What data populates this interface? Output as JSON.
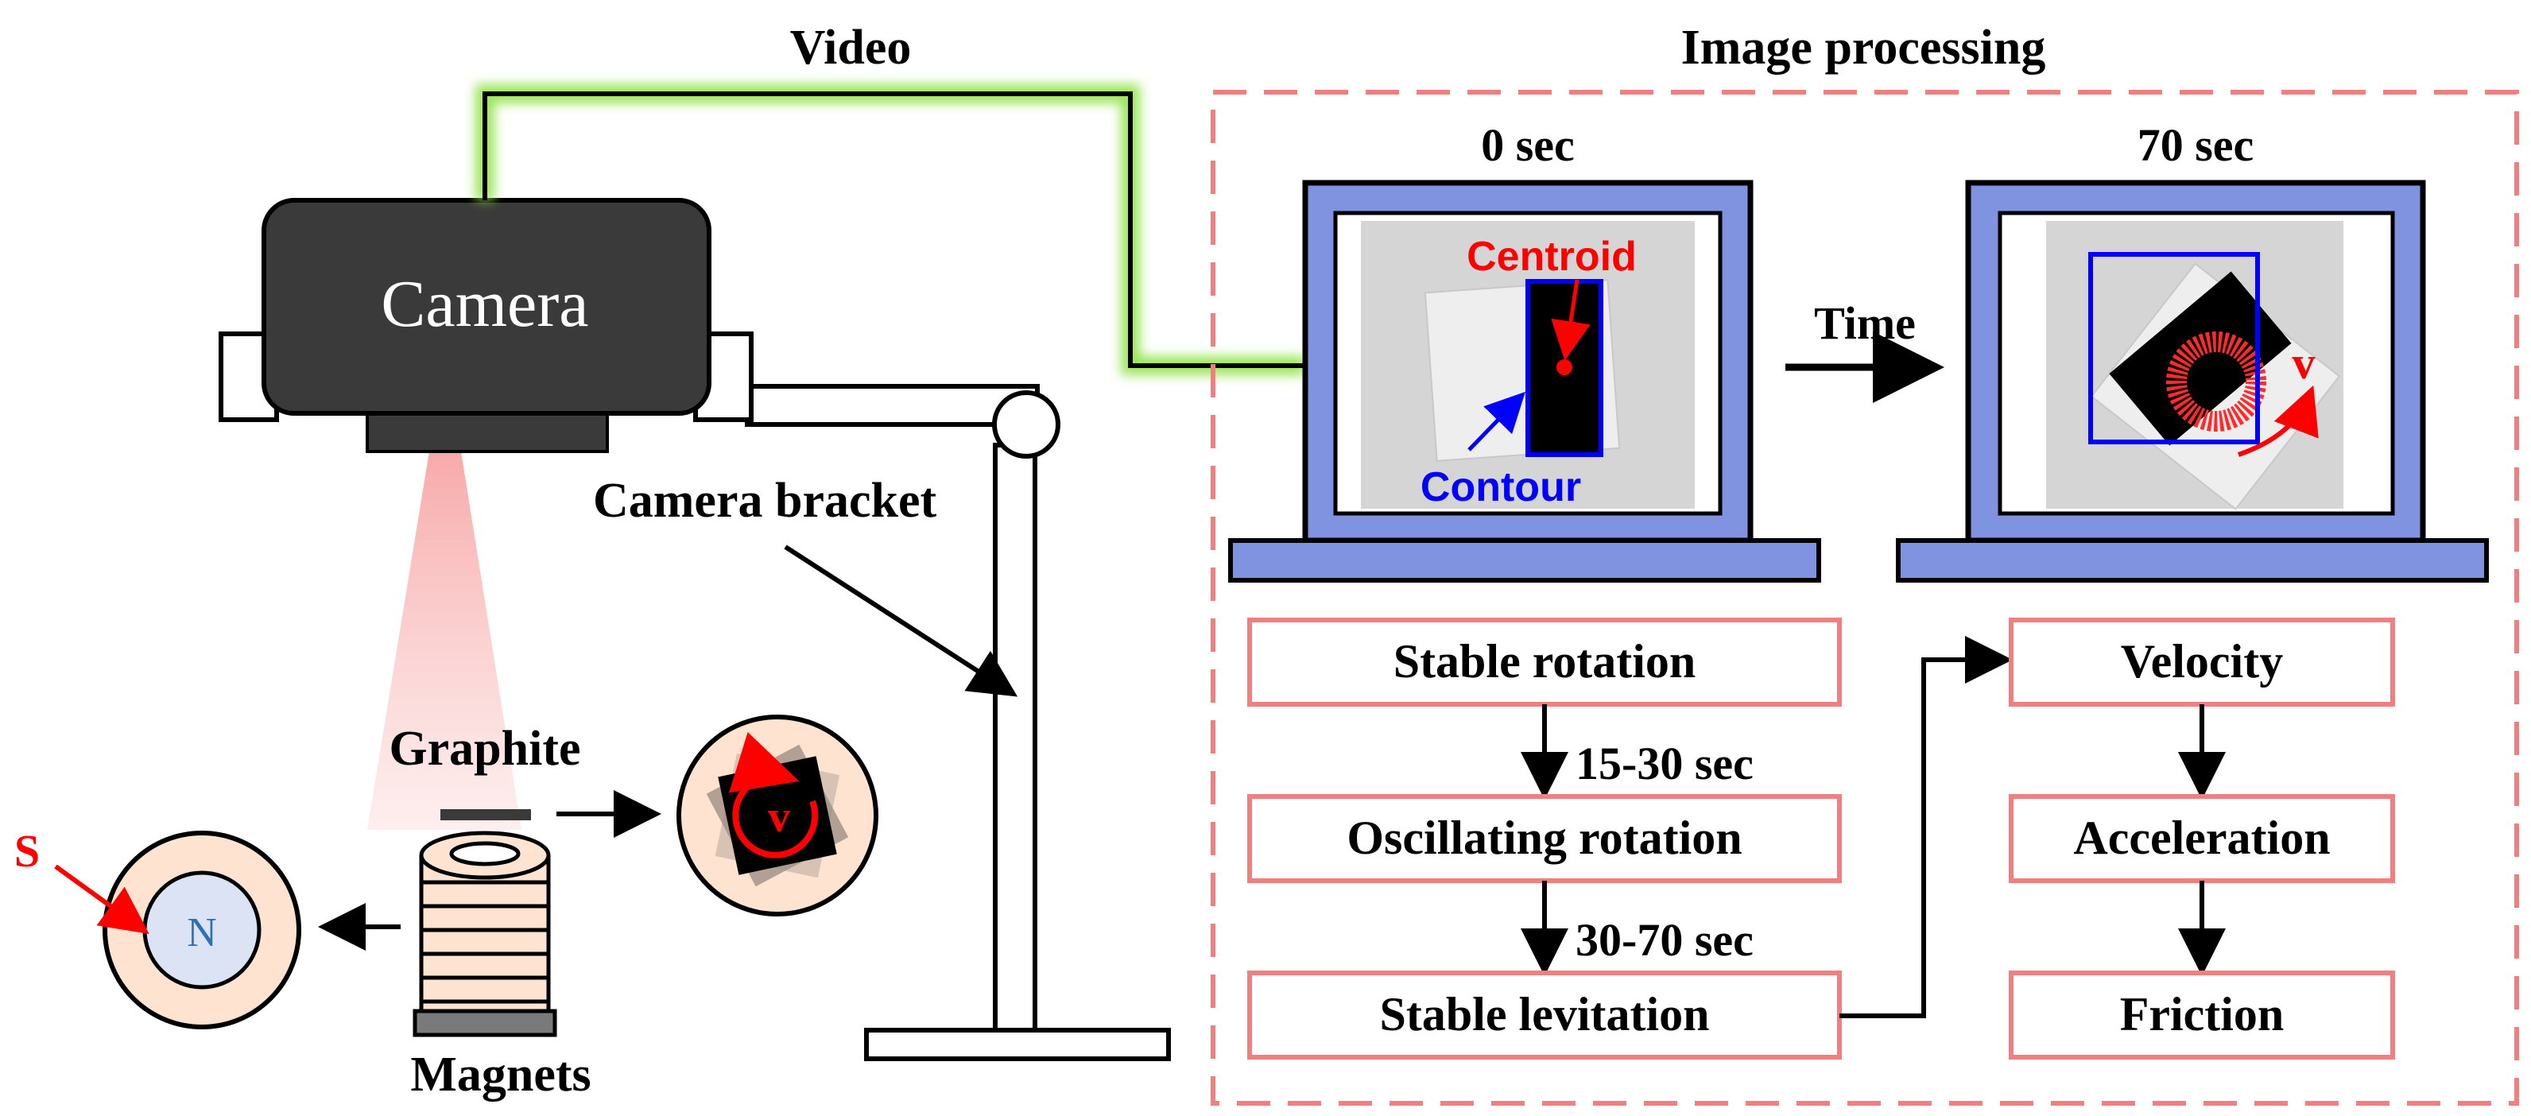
{
  "labels": {
    "video": "Video",
    "image_processing": "Image processing",
    "camera": "Camera",
    "camera_bracket": "Camera bracket",
    "graphite": "Graphite",
    "magnets": "Magnets",
    "s_pole": "S",
    "n_pole": "N",
    "velocity_symbol": "v",
    "time": "Time",
    "centroid": "Centroid",
    "contour": "Contour"
  },
  "monitors": [
    {
      "time_label": "0 sec"
    },
    {
      "time_label": "70 sec"
    }
  ],
  "process": {
    "left_column": [
      "Stable rotation",
      "Oscillating rotation",
      "Stable levitation"
    ],
    "left_transitions": [
      "15-30 sec",
      "30-70 sec"
    ],
    "right_column": [
      "Velocity",
      "Acceleration",
      "Friction"
    ]
  },
  "colors": {
    "video_cable_glow": "#8fe34a",
    "dashed_frame": "#f08080",
    "process_box_border": "#f08080",
    "monitor_frame": "#7f93e0",
    "camera_body": "#3a3a3a",
    "annotation_red": "#ff0000",
    "annotation_blue": "#0000ff",
    "magnet_fill": "#fde3d0",
    "n_pole_fill": "#dce3f5",
    "camera_beam": "#f9b3b3"
  }
}
